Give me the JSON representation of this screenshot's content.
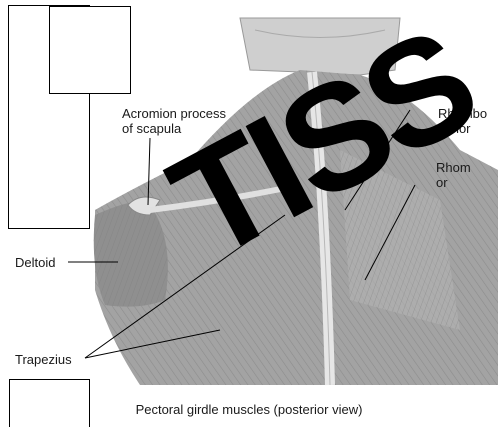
{
  "labels": {
    "acromion_line1": "Acromion process",
    "acromion_line2": "of scapula",
    "rhomboid_minor_line1": "Rhombo",
    "rhomboid_minor_line2": "minor",
    "rhomboid_major_line1": "Rhom",
    "rhomboid_major_line2": "or",
    "deltoid": "Deltoid",
    "trapezius": "Trapezius",
    "caption": "Pectoral girdle muscles (posterior view)"
  },
  "watermark": "TISS",
  "colors": {
    "muscle": "#9c9c9c",
    "muscle_dark": "#6e6e6e",
    "bone": "#d8d8d8",
    "background": "#ffffff",
    "label": "#1a1a1a"
  }
}
